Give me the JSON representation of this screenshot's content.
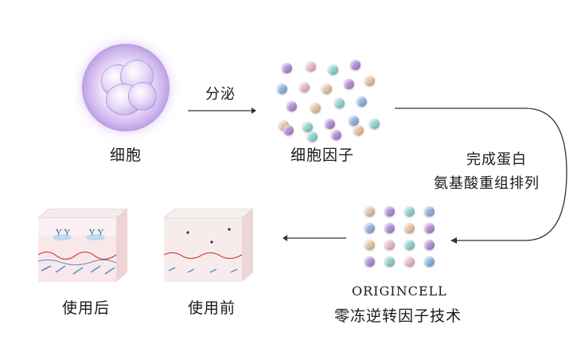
{
  "labels": {
    "cell": "细胞",
    "secrete": "分泌",
    "factors": "细胞因子",
    "process_line1": "完成蛋白",
    "process_line2": "氨基酸重组排列",
    "brand": "ORIGINCELL",
    "tech": "零冻逆转因子技术",
    "after": "使用后",
    "before": "使用前"
  },
  "colors": {
    "purple": "#b38fd6",
    "blue": "#8fb2e0",
    "teal": "#8fd3cf",
    "peach": "#e6c2a2",
    "pink": "#e7b8d0",
    "arrow": "#333333"
  },
  "scatter_dots": [
    "purple",
    "pink",
    "teal",
    "purple",
    "blue",
    "pink",
    "peach",
    "purple",
    "peach",
    "purple",
    "peach",
    "teal",
    "blue",
    "peach",
    "teal",
    "purple",
    "blue",
    "purple",
    "teal",
    "purple",
    "peach",
    "teal"
  ],
  "grid_dots": [
    "peach",
    "purple",
    "teal",
    "blue",
    "blue",
    "purple",
    "peach",
    "purple",
    "peach",
    "pink",
    "teal",
    "purple",
    "purple",
    "teal",
    "pink",
    "blue"
  ]
}
